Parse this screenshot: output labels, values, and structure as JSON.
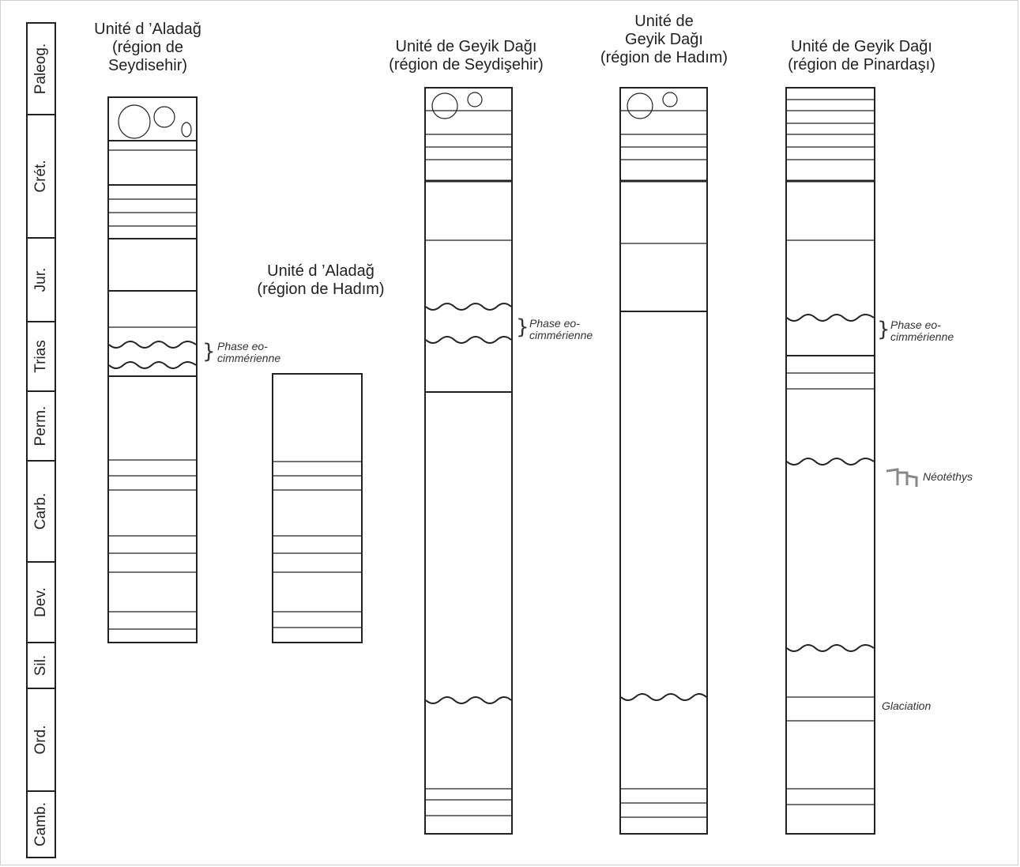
{
  "eras": [
    "Paleog.",
    "Crét.",
    "Jur.",
    "Trias",
    "Perm.",
    "Carb.",
    "Dev.",
    "Sil.",
    "Ord.",
    "Camb."
  ],
  "columns": [
    {
      "id": "aladag-seydisehir",
      "title_lines": [
        "Unité d ’Aladağ",
        "(région de",
        "Seydisehir)"
      ]
    },
    {
      "id": "aladag-hadim",
      "title_lines": [
        "Unité d ’Aladağ",
        "(région de Hadım)"
      ]
    },
    {
      "id": "geyik-seydisehir",
      "title_lines": [
        "Unité de Geyik Dağı",
        "(région de Seydişehir)"
      ]
    },
    {
      "id": "geyik-hadim",
      "title_lines": [
        "Unité de",
        "Geyik Dağı",
        "(région de Hadım)"
      ]
    },
    {
      "id": "geyik-pinardasi",
      "title_lines": [
        "Unité de Geyik Dağı",
        "(région de Pinardaşı)"
      ]
    }
  ],
  "annotations": {
    "phase_1": [
      "Phase eo-",
      "cimmérienne"
    ],
    "phase_2": [
      "Phase eo-",
      "cimmérienne"
    ],
    "phase_3": [
      "Phase eo-",
      "cimmérienne"
    ],
    "neotethys": "Néotéthys",
    "glaciation": "Glaciation"
  }
}
